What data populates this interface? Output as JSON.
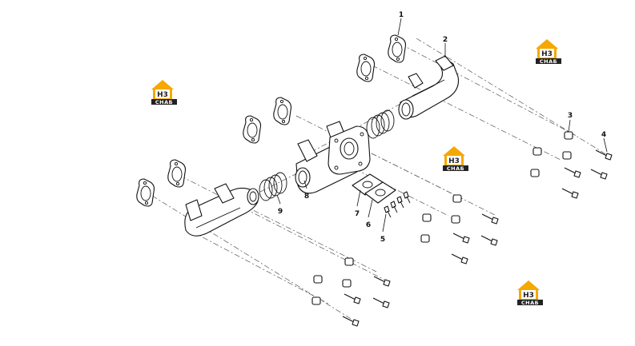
{
  "callouts": [
    {
      "id": "1",
      "label": "1"
    },
    {
      "id": "2",
      "label": "2"
    },
    {
      "id": "3",
      "label": "3"
    },
    {
      "id": "4",
      "label": "4"
    },
    {
      "id": "5",
      "label": "5"
    },
    {
      "id": "6",
      "label": "6"
    },
    {
      "id": "7",
      "label": "7"
    },
    {
      "id": "8",
      "label": "8"
    },
    {
      "id": "9",
      "label": "9"
    }
  ],
  "watermark": {
    "logo_letters": "H3",
    "caption": "CHAБ",
    "colors": {
      "orange": "#f5a800",
      "dark": "#222222"
    }
  },
  "colors": {
    "line": "#111111",
    "dash": "#555555",
    "background": "#ffffff"
  }
}
